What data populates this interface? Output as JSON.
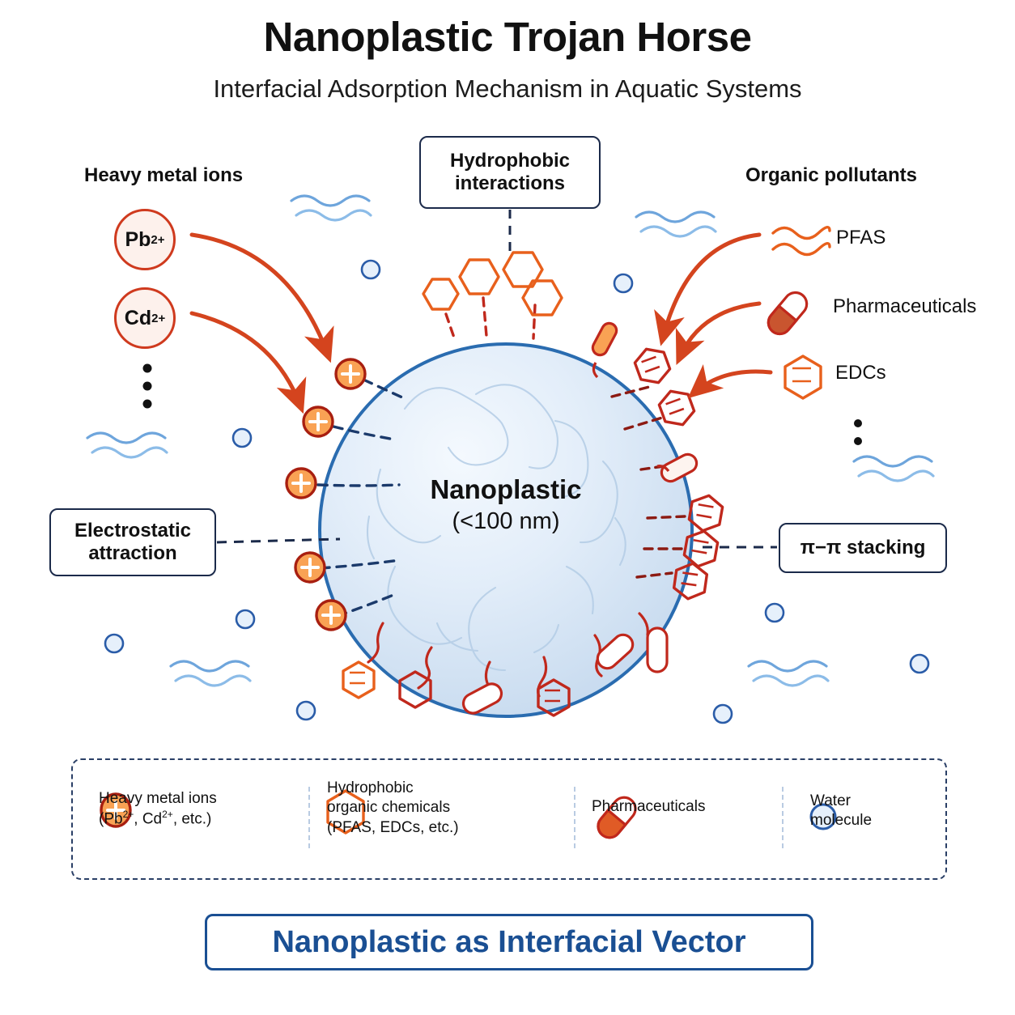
{
  "header": {
    "title": "Nanoplastic Trojan Horse",
    "subtitle": "Interfacial Adsorption Mechanism in Aquatic Systems"
  },
  "sections": {
    "heavy_metals_heading": "Heavy metal ions",
    "organic_pollutants_heading": "Organic pollutants"
  },
  "callouts": [
    {
      "id": "hydrophobic",
      "label": "Hydrophobic\ninteractions",
      "line1": "Hydrophobic",
      "line2": "interactions"
    },
    {
      "id": "electrostatic",
      "label": "Electrostatic\nattraction",
      "line1": "Electrostatic",
      "line2": "attraction"
    },
    {
      "id": "pipi",
      "label": "π−π stacking"
    }
  ],
  "ions": [
    {
      "symbol": "Pb",
      "charge": "2+"
    },
    {
      "symbol": "Cd",
      "charge": "2+"
    }
  ],
  "ellipsis_left": "⋮",
  "ellipsis_right": "⋮",
  "pollutants": [
    {
      "icon": "pfas-wave-icon",
      "label": "PFAS"
    },
    {
      "icon": "capsule-icon",
      "label": "Pharmaceuticals"
    },
    {
      "icon": "hexagon-icon",
      "label": "EDCs"
    }
  ],
  "core": {
    "name": "Nanoplastic",
    "size": "(<100 nm)"
  },
  "legend": {
    "items": [
      {
        "icon": "plus-ion-icon",
        "line1": "Heavy metal ions",
        "line2_pre": "(Pb",
        "line2_sup1": "2+",
        "line2_mid": ", Cd",
        "line2_sup2": "2+",
        "line2_post": ", etc.)"
      },
      {
        "icon": "hexagon-icon",
        "line1": "Hydrophobic",
        "line2": "organic chemicals",
        "line3": "(PFAS, EDCs, etc.)"
      },
      {
        "icon": "capsule-icon",
        "line1": "Pharmaceuticals"
      },
      {
        "icon": "water-molecule-icon",
        "line1": "Water",
        "line2": "molecule"
      }
    ]
  },
  "banner": {
    "label": "Nanoplastic as Interfacial Vector"
  },
  "colors": {
    "accent_orange": "#e8601c",
    "deep_red": "#c0281c",
    "navy": "#1b2a4a",
    "banner_blue": "#1a4f93",
    "sphere_border": "#2a6cb0",
    "water_blue": "#5b9bd5",
    "ion_fill": "#f9a254"
  }
}
